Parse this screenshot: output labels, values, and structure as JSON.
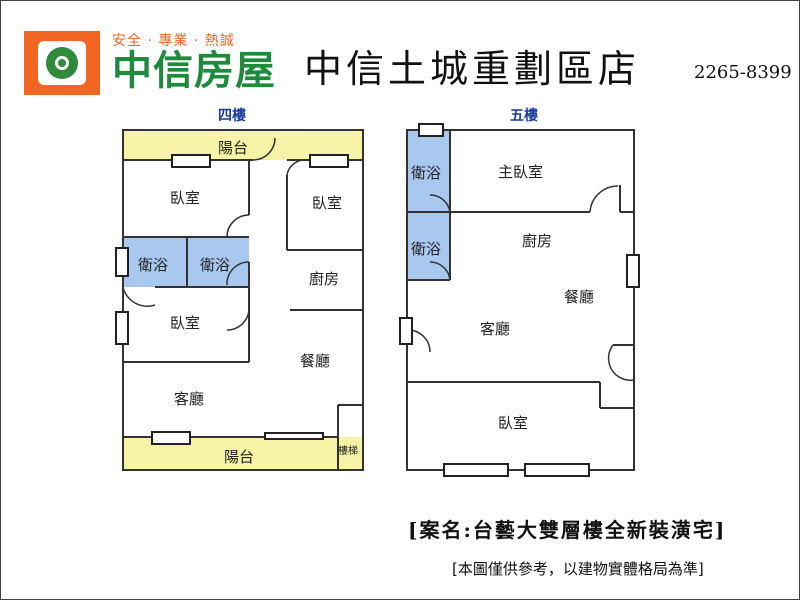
{
  "header": {
    "slogan": "安全 · 專業 · 熱誠",
    "brand": "中信房屋",
    "branch": "中信土城重劃區店",
    "phone": "2265-8399"
  },
  "floor4": {
    "title": "四樓",
    "balcony_top": "陽台",
    "bedroom_1": "臥室",
    "bedroom_2": "臥室",
    "bathroom_1": "衛浴",
    "bathroom_2": "衛浴",
    "kitchen": "廚房",
    "bedroom_3": "臥室",
    "dining": "餐廳",
    "living": "客廳",
    "balcony_bottom": "陽台",
    "stairs": "樓梯"
  },
  "floor5": {
    "title": "五樓",
    "bathroom_1": "衛浴",
    "master_bedroom": "主臥室",
    "bathroom_2": "衛浴",
    "kitchen": "廚房",
    "dining": "餐廳",
    "living": "客廳",
    "bedroom": "臥室"
  },
  "footer": {
    "case_name": "[案名:台藝大雙層樓全新裝潢宅]",
    "note": "[本圖僅供參考，以建物實體格局為準]"
  },
  "colors": {
    "brand_orange": "#f26522",
    "brand_green": "#1e8a3c",
    "balcony_yellow": "#f6f3a6",
    "bathroom_blue": "#a9c8f0",
    "title_blue": "#1a3a9c"
  }
}
